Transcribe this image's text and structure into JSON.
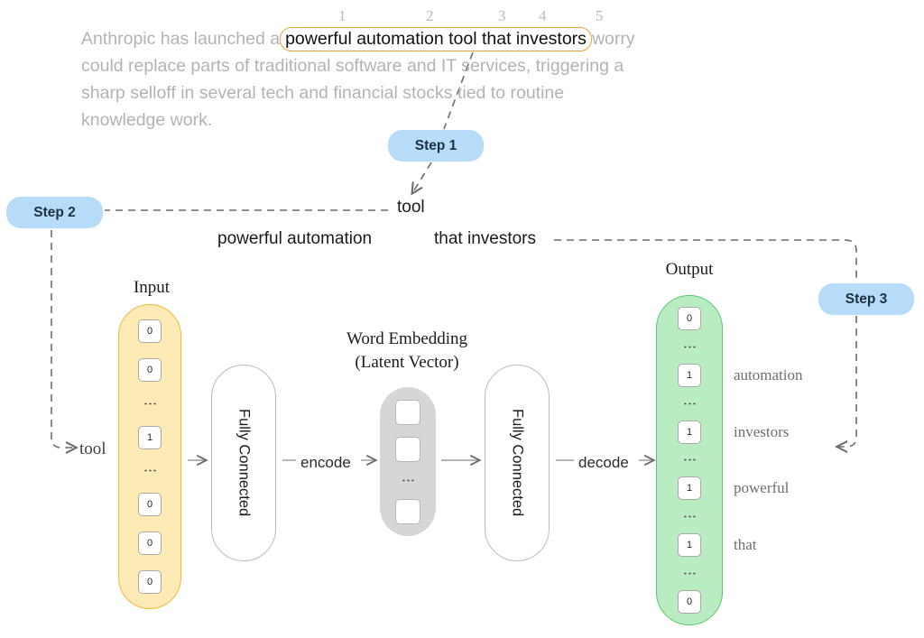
{
  "paragraph": {
    "lead": "Anthropic has launched a",
    "highlight": "powerful automation tool that investors",
    "tail": "worry\ncould replace parts of traditional software and IT services, triggering a\nsharp selloff in several tech and financial stocks tied to routine\nknowledge work.",
    "highlight_border_color": "#e8a33d",
    "word_numbers": [
      "1",
      "2",
      "3",
      "4",
      "5"
    ]
  },
  "steps": {
    "step1": "Step 1",
    "step2": "Step 2",
    "step3": "Step 3",
    "badge_color": "#b6dcfa"
  },
  "diagram": {
    "token_focus": "tool",
    "context_left": "powerful automation",
    "context_right": "that investors",
    "input_title": "Input",
    "output_title": "Output",
    "embedding_title_line1": "Word Embedding",
    "embedding_title_line2": "(Latent Vector)",
    "input_token_label": "tool",
    "encode_label": "encode",
    "decode_label": "decode",
    "fully_connected_label": "Fully Connected",
    "input_color": "#fdeab5",
    "input_border_color": "#f2b73c",
    "output_color": "#b9ecc0",
    "output_border_color": "#52c96a",
    "latent_color": "#d6d6d6"
  },
  "chart_data": {
    "type": "diagram",
    "title": "Word2Vec style encoder-decoder one-hot diagram",
    "input_vector": [
      {
        "kind": "cell",
        "value": "0"
      },
      {
        "kind": "cell",
        "value": "0"
      },
      {
        "kind": "dots"
      },
      {
        "kind": "cell",
        "value": "1",
        "word": "tool"
      },
      {
        "kind": "dots"
      },
      {
        "kind": "cell",
        "value": "0"
      },
      {
        "kind": "cell",
        "value": "0"
      },
      {
        "kind": "cell",
        "value": "0"
      }
    ],
    "latent_cells": [
      {
        "kind": "box"
      },
      {
        "kind": "box"
      },
      {
        "kind": "dots"
      },
      {
        "kind": "box"
      }
    ],
    "output_vector": [
      {
        "kind": "cell",
        "value": "0",
        "word": ""
      },
      {
        "kind": "dots"
      },
      {
        "kind": "cell",
        "value": "1",
        "word": "automation"
      },
      {
        "kind": "dots"
      },
      {
        "kind": "cell",
        "value": "1",
        "word": "investors"
      },
      {
        "kind": "dots"
      },
      {
        "kind": "cell",
        "value": "1",
        "word": "powerful"
      },
      {
        "kind": "dots"
      },
      {
        "kind": "cell",
        "value": "1",
        "word": "that"
      },
      {
        "kind": "dots"
      },
      {
        "kind": "cell",
        "value": "0",
        "word": ""
      }
    ]
  }
}
